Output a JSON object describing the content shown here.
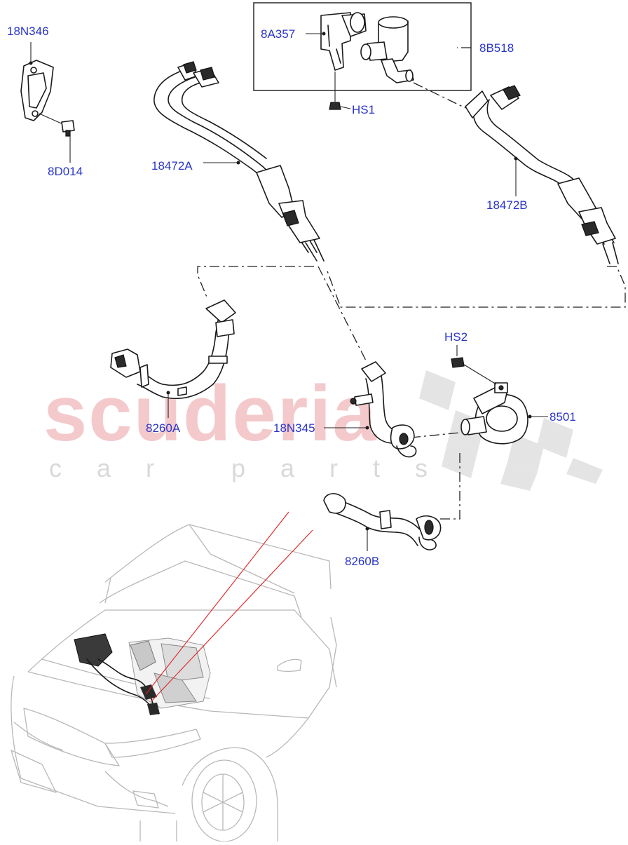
{
  "watermark": {
    "brand": "scuderia",
    "tagline": "car parts"
  },
  "labels": {
    "p18N346": "18N346",
    "p8A357": "8A357",
    "p8B518": "8B518",
    "pHS1": "HS1",
    "p8D014": "8D014",
    "p18472A": "18472A",
    "p18472B": "18472B",
    "pHS2": "HS2",
    "p8260A": "8260A",
    "p18N345": "18N345",
    "p8501": "8501",
    "p8260B": "8260B"
  },
  "colors": {
    "label": "#2a35c8",
    "watermark": "#f4c9cb",
    "highlight_line": "#e02020"
  }
}
